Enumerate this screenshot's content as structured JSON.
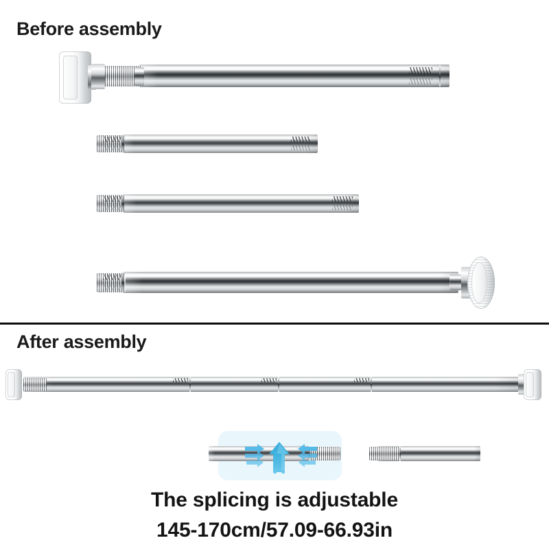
{
  "sections": {
    "before": {
      "title": "Before assembly"
    },
    "after": {
      "title": "After assembly"
    }
  },
  "caption": {
    "line1": "The splicing is adjustable",
    "line2": "145-170cm/57.09-66.93in"
  },
  "colors": {
    "accent_blue": "#3fb3e0",
    "callout_background": "#e9f6fc",
    "divider": "#0d0d0d",
    "text": "#1a1a1a",
    "chrome_highlight": "#ffffff",
    "chrome_shadow": "#3c4043"
  },
  "parts": {
    "before_assembly": [
      {
        "id": "rod-1",
        "label": "Rod with flat wall bracket",
        "end_left": "rectangular-white-cap",
        "end_right": "threaded-tip"
      },
      {
        "id": "rod-2",
        "label": "Extension tube, short",
        "end_left": "threaded-socket",
        "end_right": "threaded-tip"
      },
      {
        "id": "rod-3",
        "label": "Extension tube, long",
        "end_left": "threaded-socket",
        "end_right": "threaded-tip"
      },
      {
        "id": "rod-4",
        "label": "Rod with round disc cap",
        "end_left": "threaded-socket",
        "end_right": "round-white-disc-cap"
      }
    ],
    "after_assembly": [
      {
        "id": "assembled-rod",
        "label": "Fully assembled telescoping rod",
        "joints": 3
      }
    ]
  },
  "splice_callout": {
    "label": "Splice joint detail",
    "arrow": "up-arrow",
    "left_piece": "tube-end-with-threads",
    "right_piece": "tube-end-with-threads"
  }
}
